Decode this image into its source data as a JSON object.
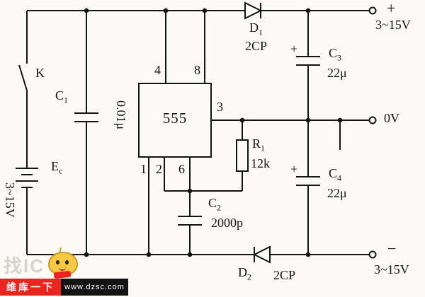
{
  "labels": {
    "switch_k": "K",
    "c1": {
      "name": "C",
      "sub": "1",
      "value": "0.01μ"
    },
    "battery": {
      "name": "E",
      "sub": "c",
      "voltage_vertical": "3~15V"
    },
    "ic555": {
      "label": "555",
      "pin4": "4",
      "pin8": "8",
      "pin3": "3",
      "pin1": "1",
      "pin2": "2",
      "pin6": "6"
    },
    "d1": {
      "name": "D",
      "sub": "1",
      "type": "2CP"
    },
    "d2": {
      "name": "D",
      "sub": "2",
      "type": "2CP"
    },
    "r1": {
      "name": "R",
      "sub": "1",
      "value": "12k"
    },
    "c2": {
      "name": "C",
      "sub": "2",
      "value": "2000p"
    },
    "c3": {
      "name": "C",
      "sub": "3",
      "value": "22μ",
      "polarity": "+"
    },
    "c4": {
      "name": "C",
      "sub": "4",
      "value": "22μ",
      "polarity": "+"
    }
  },
  "terminals": {
    "positive": {
      "sign": "+",
      "voltage": "3~15V"
    },
    "zero": {
      "label": "0V"
    },
    "negative": {
      "sign": "−",
      "voltage": "3~15V"
    }
  },
  "watermark": {
    "slogan": "找IC",
    "brand": "维库一下",
    "url": "www.dzsc.com"
  },
  "colors": {
    "line": "#141414",
    "background": "#fbfaf7",
    "brand_red": "#e8251f",
    "banner_black": "#141414"
  }
}
